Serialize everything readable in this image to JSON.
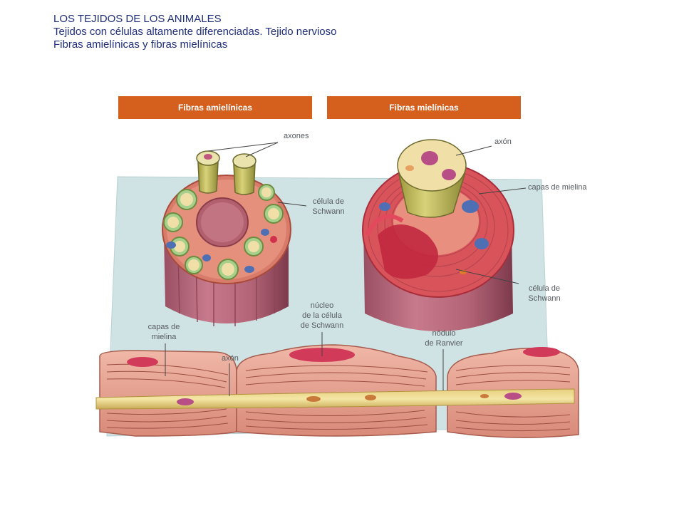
{
  "title": {
    "line1": "LOS TEJIDOS DE LOS ANIMALES",
    "line2": "Tejidos con células altamente diferenciadas. Tejido nervioso",
    "line3": "Fibras amielínicas y fibras mielínicas"
  },
  "headers": {
    "left": "Fibras amielínicas",
    "right": "Fibras mielínicas"
  },
  "labels": {
    "axones": "axones",
    "celula_schwann_left_1": "célula  de",
    "celula_schwann_left_2": "Schwann",
    "axon_top": "axón",
    "capas_mielina_top": "capas de mielina",
    "celula_schwann_right_1": "célula  de",
    "celula_schwann_right_2": "Schwann",
    "nucleo_1": "núcleo",
    "nucleo_2": "de la célula",
    "nucleo_3": "de Schwann",
    "capas_mielina_bottom_1": "capas de",
    "capas_mielina_bottom_2": "mielina",
    "axon_bottom": "axón",
    "nodulo_1": "nódulo",
    "nodulo_2": "de Ranvier"
  },
  "colors": {
    "header_bg": "#d55f1d",
    "title_text": "#1f2f7a",
    "background_tissue": "#cfe3e4",
    "myelin_pink": "#e29a8a",
    "axon_yellow": "#e8d98a"
  }
}
